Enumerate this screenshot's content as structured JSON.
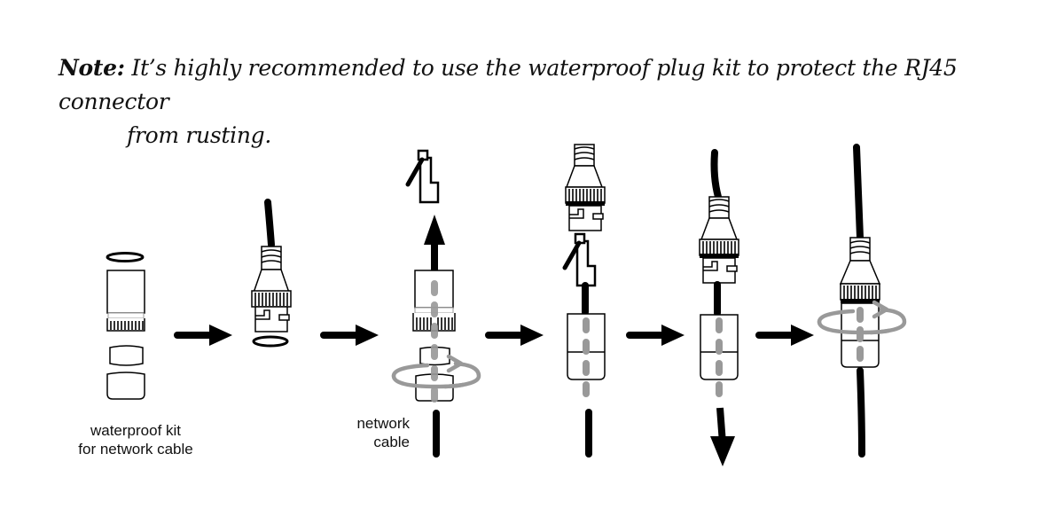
{
  "note": {
    "label": "Note:",
    "line1": "It’s highly recommended to use the waterproof plug kit to protect the RJ45 connector",
    "line2": "from rusting."
  },
  "steps": [
    {
      "id": "step-1",
      "description": "Waterproof kit parts: sealing ring, nut, seal, and end cap"
    },
    {
      "id": "step-2",
      "description": "Camera network socket with sealing ring"
    },
    {
      "id": "step-3",
      "description": "Pass network cable through kit, rotate end cap"
    },
    {
      "id": "step-4",
      "description": "Crimp RJ45 plug onto cable"
    },
    {
      "id": "step-5",
      "description": "Insert RJ45 plug into socket"
    },
    {
      "id": "step-6",
      "description": "Tighten nut onto socket"
    }
  ],
  "captions": {
    "kit_line1": "waterproof kit",
    "kit_line2": "for network cable",
    "cable_line1": "network",
    "cable_line2": "cable"
  },
  "colors": {
    "ink": "#000000",
    "gray": "#999999",
    "background": "#ffffff"
  }
}
